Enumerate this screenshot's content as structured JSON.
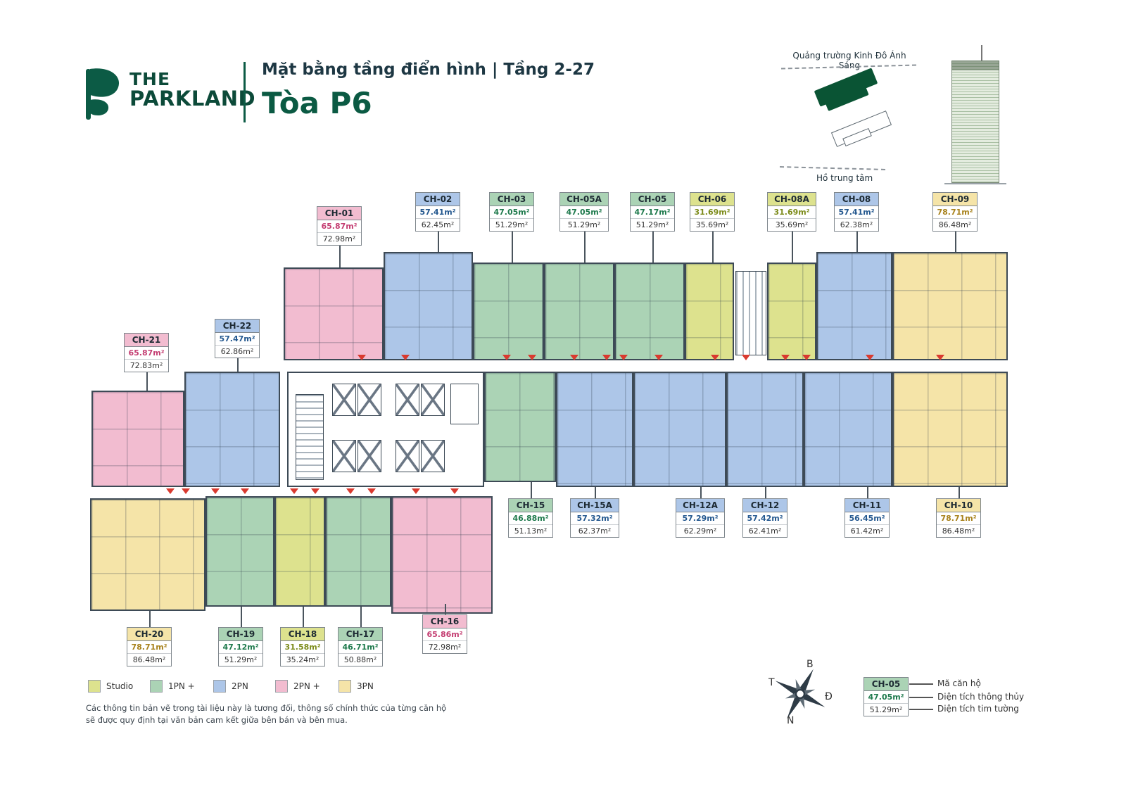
{
  "header": {
    "brand_line1": "THE",
    "brand_line2": "PARKLAND",
    "title": "Mặt bằng tầng điển hình | Tầng 2-27",
    "tower": "Tòa P6"
  },
  "site_map": {
    "top_label": "Quảng trường Kinh Đô Ánh Sáng",
    "bottom_label": "Hồ trung tâm"
  },
  "colors": {
    "studio": "#dde28e",
    "one_bedroom_plus": "#abd3b5",
    "two_bedroom": "#adc6e8",
    "two_bedroom_plus": "#f2bcd0",
    "three_bedroom": "#f5e4a8",
    "brand_green": "#0c5b45",
    "entrance_marker_red": "#d93a2f"
  },
  "units": [
    {
      "code": "CH-01",
      "area_net": "65.87m²",
      "area_gross": "72.98m²",
      "type": "2PN +"
    },
    {
      "code": "CH-02",
      "area_net": "57.41m²",
      "area_gross": "62.45m²",
      "type": "2PN"
    },
    {
      "code": "CH-03",
      "area_net": "47.05m²",
      "area_gross": "51.29m²",
      "type": "1PN +"
    },
    {
      "code": "CH-05A",
      "area_net": "47.05m²",
      "area_gross": "51.29m²",
      "type": "1PN +"
    },
    {
      "code": "CH-05",
      "area_net": "47.17m²",
      "area_gross": "51.29m²",
      "type": "1PN +"
    },
    {
      "code": "CH-06",
      "area_net": "31.69m²",
      "area_gross": "35.69m²",
      "type": "Studio"
    },
    {
      "code": "CH-08A",
      "area_net": "31.69m²",
      "area_gross": "35.69m²",
      "type": "Studio"
    },
    {
      "code": "CH-08",
      "area_net": "57.41m²",
      "area_gross": "62.38m²",
      "type": "2PN"
    },
    {
      "code": "CH-09",
      "area_net": "78.71m²",
      "area_gross": "86.48m²",
      "type": "3PN"
    },
    {
      "code": "CH-10",
      "area_net": "78.71m²",
      "area_gross": "86.48m²",
      "type": "3PN"
    },
    {
      "code": "CH-11",
      "area_net": "56.45m²",
      "area_gross": "61.42m²",
      "type": "2PN"
    },
    {
      "code": "CH-12",
      "area_net": "57.42m²",
      "area_gross": "62.41m²",
      "type": "2PN"
    },
    {
      "code": "CH-12A",
      "area_net": "57.29m²",
      "area_gross": "62.29m²",
      "type": "2PN"
    },
    {
      "code": "CH-15A",
      "area_net": "57.32m²",
      "area_gross": "62.37m²",
      "type": "2PN"
    },
    {
      "code": "CH-15",
      "area_net": "46.88m²",
      "area_gross": "51.13m²",
      "type": "1PN +"
    },
    {
      "code": "CH-16",
      "area_net": "65.86m²",
      "area_gross": "72.98m²",
      "type": "2PN +"
    },
    {
      "code": "CH-17",
      "area_net": "46.71m²",
      "area_gross": "50.88m²",
      "type": "1PN +"
    },
    {
      "code": "CH-18",
      "area_net": "31.58m²",
      "area_gross": "35.24m²",
      "type": "Studio"
    },
    {
      "code": "CH-19",
      "area_net": "47.12m²",
      "area_gross": "51.29m²",
      "type": "1PN +"
    },
    {
      "code": "CH-20",
      "area_net": "78.71m²",
      "area_gross": "86.48m²",
      "type": "3PN"
    },
    {
      "code": "CH-21",
      "area_net": "65.87m²",
      "area_gross": "72.83m²",
      "type": "2PN +"
    },
    {
      "code": "CH-22",
      "area_net": "57.47m²",
      "area_gross": "62.86m²",
      "type": "2PN"
    }
  ],
  "legend": {
    "items": [
      {
        "label": "Studio",
        "color": "#dde28e"
      },
      {
        "label": "1PN +",
        "color": "#abd3b5"
      },
      {
        "label": "2PN",
        "color": "#adc6e8"
      },
      {
        "label": "2PN +",
        "color": "#f2bcd0"
      },
      {
        "label": "3PN",
        "color": "#f5e4a8"
      }
    ]
  },
  "disclaimer": {
    "line1": "Các thông tin bản vẽ trong tài liệu này là tương đối, thông số chính thức của từng căn hộ",
    "line2": "sẽ được quy định tại văn bản cam kết giữa bên bán và bên mua."
  },
  "compass": {
    "north": "B",
    "east": "Đ",
    "south": "N",
    "west": "T"
  },
  "key_example": {
    "code": "CH-05",
    "area_net": "47.05m²",
    "area_gross": "51.29m²",
    "label_code": "Mã căn hộ",
    "label_net": "Diện tích thông thủy",
    "label_gross": "Diện tích tim tường"
  }
}
